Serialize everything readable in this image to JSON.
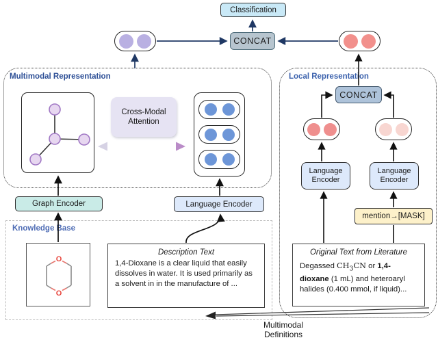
{
  "header": {
    "classification_label": "Classification",
    "concat_label": "CONCAT"
  },
  "multimodal": {
    "title": "Multimodal Representation",
    "cross_modal_attention": "Cross-Modal Attention",
    "graph_encoder_label": "Graph Encoder",
    "language_encoder_label": "Language Encoder"
  },
  "knowledge_base": {
    "title": "Knowledge Base",
    "atom_top": "O",
    "atom_bottom": "O"
  },
  "description": {
    "title": "Description Text",
    "body": "1,4-Dioxane is a clear liquid that easily dissolves in water. It is used primarily as a solvent in in the manufacture of ..."
  },
  "literature": {
    "title": "Original Text from Literature",
    "seg_prefix": "Degassed ",
    "formula_main": "CH",
    "formula_sub": "3",
    "formula_tail": "CN",
    "seg_middle": " or ",
    "seg_bold": "1,4-dioxane",
    "seg_suffix": " (1 mL) and heteroaryl halides (0.400 mmol, if liquid)..."
  },
  "local": {
    "title": "Local Representation",
    "concat_label": "CONCAT",
    "language_encoder_label": "Language Encoder",
    "mention_mask_label": "mention→[MASK]"
  },
  "footer": {
    "line1": "Multimodal",
    "line2": "Definitions"
  },
  "colors": {
    "classification_fill": "#c9e9f7",
    "concat_fill": "#b7c5cf",
    "local_concat_fill": "#aec3da",
    "graph_encoder_fill": "#c9ebe7",
    "language_encoder_fill": "#dde9fb",
    "mention_fill": "#fdf1ca",
    "cross_modal_fill": "#e6e3f3",
    "token_graph_purple": "#b9b0e2",
    "token_text_blue": "#6d96d8",
    "token_mention_salmon": "#ef8f8e",
    "token_context_pink": "#f8d6d1",
    "graph_node_fill": "#e7d7f0",
    "graph_node_border": "#a077c4",
    "section_label_blue": "#3c62ad",
    "arrow_navy": "#1f3864",
    "atom_red": "#e8453c",
    "attention_arrow_left": "#d6d2e4",
    "attention_arrow_right": "#ba8cc8"
  }
}
